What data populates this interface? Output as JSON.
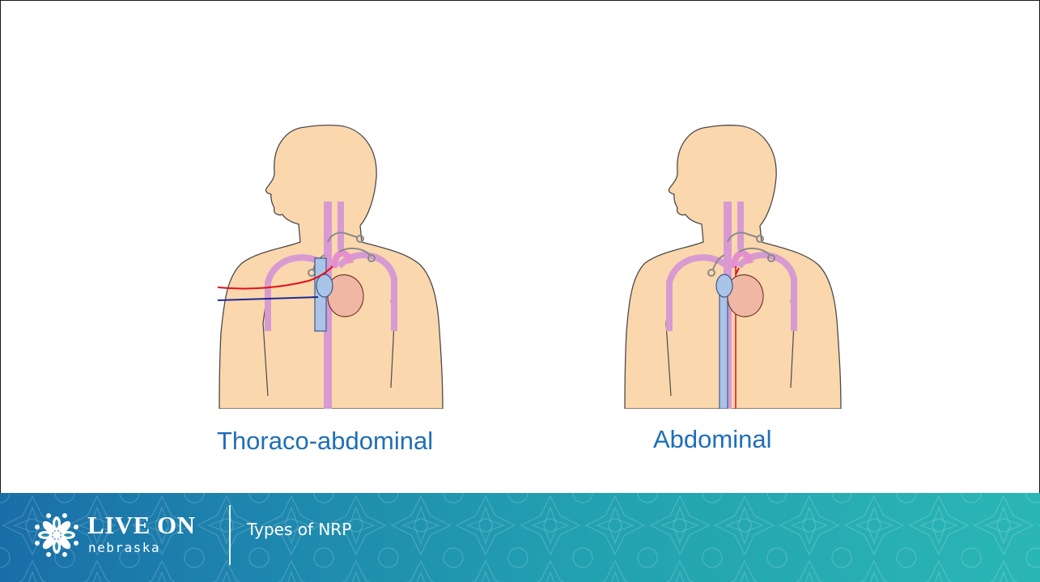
{
  "figures": [
    {
      "caption": "Thoraco-abdominal",
      "illustration": "torso-thoraco-abdominal-nrp"
    },
    {
      "caption": "Abdominal",
      "illustration": "torso-abdominal-nrp"
    }
  ],
  "footer": {
    "logo": {
      "main": "LIVE ON",
      "sub": "nebraska",
      "icon": "flower-mandala-icon"
    },
    "title": "Types of NRP"
  },
  "colors": {
    "caption": "#1f6fb8",
    "skin": "#fbd7ad",
    "vessel": "#d79bd1",
    "cannula_blue": "#a9c4e6",
    "heart": "#f0b7a4",
    "arterial_line": "#e0101a",
    "venous_line": "#1a2a9a",
    "footer_start": "#1a6ea8",
    "footer_end": "#2ab6b4"
  }
}
